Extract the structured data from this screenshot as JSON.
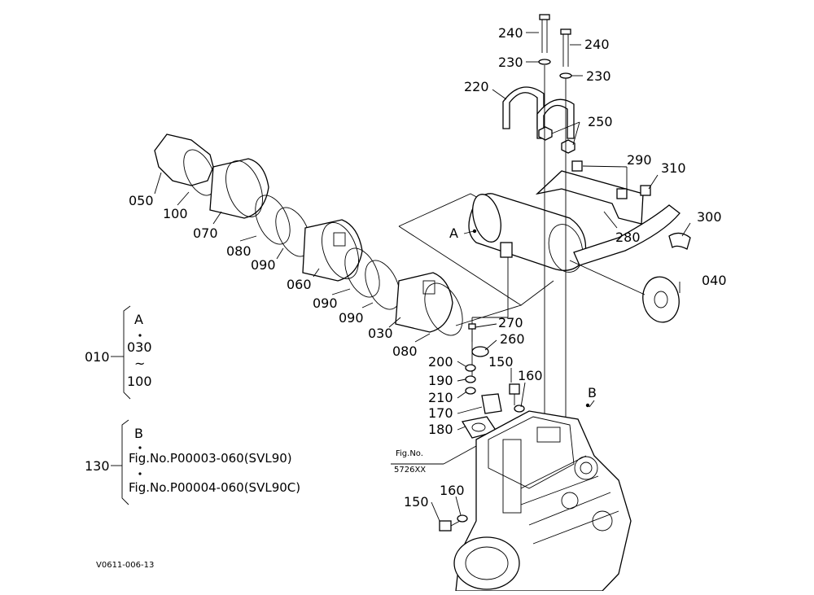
{
  "labels": {
    "p240a": "240",
    "p240b": "240",
    "p230a": "230",
    "p230b": "230",
    "p220": "220",
    "p250": "250",
    "p290": "290",
    "p310": "310",
    "p300": "300",
    "p280": "280",
    "p040": "040",
    "p050": "050",
    "p100": "100",
    "p070": "070",
    "p080a": "080",
    "p090a": "090",
    "p060": "060",
    "p090b": "090",
    "p090c": "090",
    "p030": "030",
    "p080b": "080",
    "p270": "270",
    "p260": "260",
    "p200": "200",
    "p150a": "150",
    "p160a": "160",
    "p190": "190",
    "p210": "210",
    "p170": "170",
    "p180": "180",
    "p150b": "150",
    "p160b": "160",
    "refA": "A",
    "refB": "B"
  },
  "assemblies": {
    "g010": {
      "id": "010",
      "line1": "A",
      "line2": "030",
      "line3": "~",
      "line4": "100"
    },
    "g130": {
      "id": "130",
      "line1": "B",
      "line2": "Fig.No.P00003-060(SVL90)",
      "line3": "Fig.No.P00004-060(SVL90C)"
    }
  },
  "figref": {
    "line1": "Fig.No.",
    "line2": "5726XX"
  },
  "footer": {
    "code": "V0611-006-13"
  }
}
